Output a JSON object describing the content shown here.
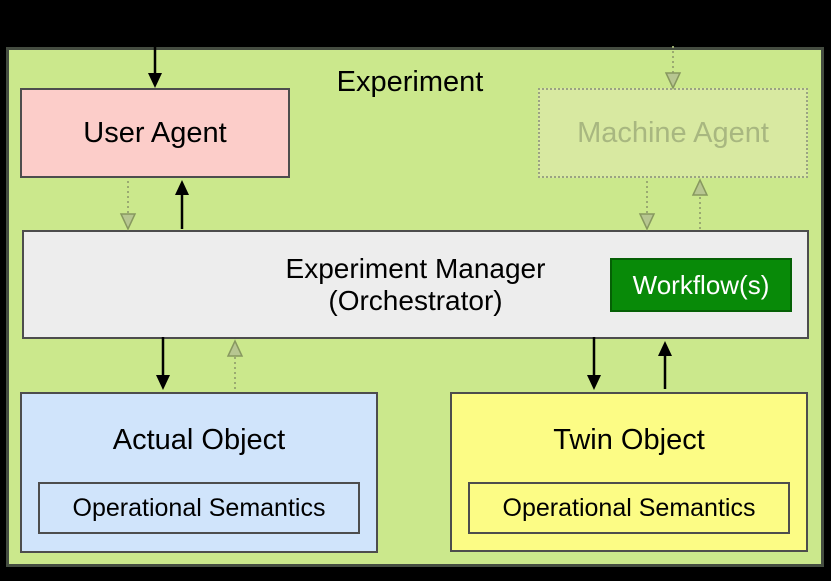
{
  "title": "Experiment",
  "colors": {
    "page_bg": "#000000",
    "frame_fill": "#cbe88c",
    "frame_border": "#454d41",
    "node_border": "#4d4d4d",
    "user_agent_fill": "#fccdc9",
    "machine_agent_fill": "#d8e9a1",
    "machine_agent_border": "#9aa383",
    "machine_agent_text": "#a8b780",
    "manager_fill": "#ededed",
    "workflow_fill": "#088a08",
    "workflow_border": "#056005",
    "workflow_text": "#ffffff",
    "object_blue": "#d0e4fb",
    "object_yellow": "#fcfc85",
    "arrow_black": "#000000",
    "arrow_faded": "#9aaa71",
    "arrow_faded_head": "#b7c691",
    "arrow_faded_stroke": "#87985f"
  },
  "nodes": {
    "user_agent": {
      "label": "User Agent"
    },
    "machine_agent": {
      "label": "Machine Agent"
    },
    "manager": {
      "label_line1": "Experiment Manager",
      "label_line2": "(Orchestrator)"
    },
    "workflow": {
      "label": "Workflow(s)"
    },
    "actual_object": {
      "label": "Actual Object",
      "sublabel": "Operational Semantics"
    },
    "twin_object": {
      "label": "Twin Object",
      "sublabel": "Operational Semantics"
    }
  }
}
